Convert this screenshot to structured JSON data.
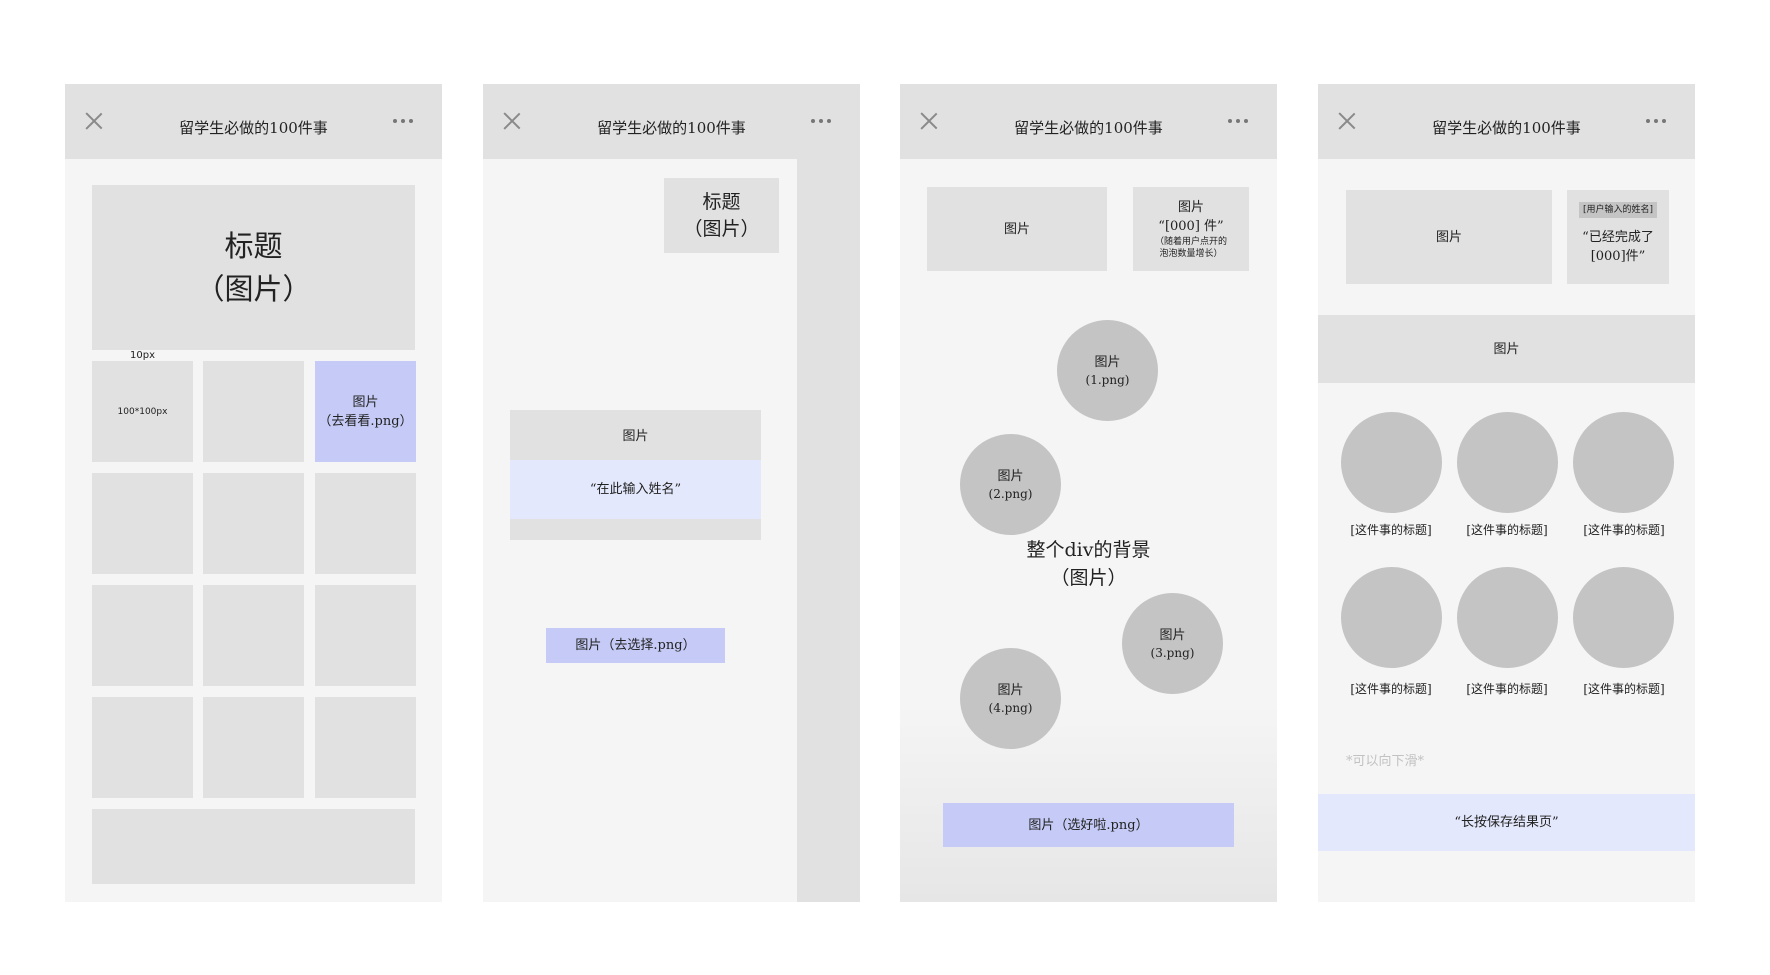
{
  "nav_title": "留学生必做的100件事",
  "screen1": {
    "title_line1": "标题",
    "title_line2": "（图片）",
    "gap_label": "10px",
    "size_label": "100*100px",
    "button_line1": "图片",
    "button_line2": "（去看看.png）"
  },
  "screen2": {
    "title_line1": "标题",
    "title_line2": "（图片）",
    "card_header": "图片",
    "name_input": "“在此输入姓名”",
    "choose_button": "图片（去选择.png）"
  },
  "screen3": {
    "top_left": "图片",
    "top_right_line1": "图片",
    "top_right_line2": "“[000] 件”",
    "top_right_note1": "（随着用户点开的",
    "top_right_note2": "泡泡数量增长）",
    "bubbles": [
      {
        "line1": "图片",
        "line2": "(1.png)"
      },
      {
        "line1": "图片",
        "line2": "(2.png)"
      },
      {
        "line1": "图片",
        "line2": "(3.png)"
      },
      {
        "line1": "图片",
        "line2": "(4.png)"
      }
    ],
    "bg_line1": "整个div的背景",
    "bg_line2": "（图片）",
    "done_button": "图片（选好啦.png）"
  },
  "screen4": {
    "top_left": "图片",
    "username_tag": "[用户输入的姓名]",
    "completed_line1": "“已经完成了",
    "completed_line2": "[000]件”",
    "banner": "图片",
    "item_title": "[这件事的标题]",
    "scroll_hint": "*可以向下滑*",
    "save_bar": "“长按保存结果页”"
  }
}
